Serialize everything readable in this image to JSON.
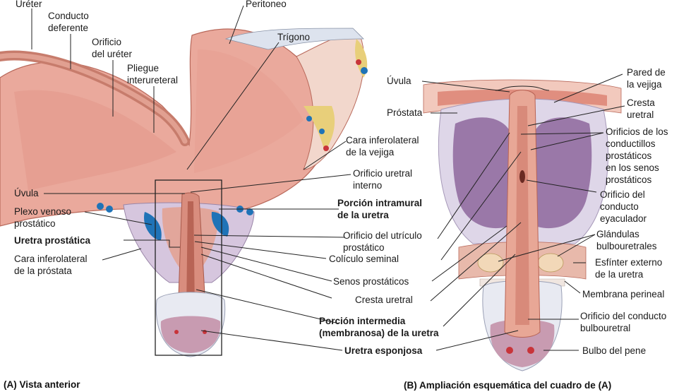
{
  "panel_a": {
    "caption": "(A) Vista anterior",
    "labels": {
      "ureter": "Uréter",
      "conducto_deferente": "Conducto\ndeferente",
      "orificio_ureter": "Orificio\ndel uréter",
      "pliegue_interureteral": "Pliegue\ninterureteral",
      "peritoneo": "Peritoneo",
      "trigono": "Trígono",
      "cara_inferolateral_vejiga": "Cara inferolateral\nde la vejiga",
      "orificio_uretral_interno": "Orificio uretral\ninterno",
      "porcion_intramural": "Porción intramural\nde la uretra",
      "orificio_utriculo": "Orificio del utrículo\nprostático",
      "coliculo_seminal": "Colículo seminal",
      "senos_prostaticos": "Senos prostáticos",
      "cresta_uretral": "Cresta uretral",
      "porcion_intermedia": "Porción intermedia\n(membranosa) de la uretra",
      "uretra_esponjosa": "Uretra esponjosa",
      "uvula": "Úvula",
      "plexo_venoso": "Plexo venoso\nprostático",
      "uretra_prostatica": "Uretra prostática",
      "cara_inferolateral_prostata": "Cara inferolateral\nde la próstata"
    }
  },
  "panel_b": {
    "caption": "(B) Ampliación esquemática del cuadro de (A)",
    "labels": {
      "uvula": "Úvula",
      "prostata": "Próstata",
      "pared_vejiga": "Pared de\nla vejiga",
      "cresta_uretral": "Cresta\nuretral",
      "orificios_conductillos": "Orificios de los\nconductillos\nprostáticos\nen los senos\nprostáticos",
      "orificio_conducto_eyaculador": "Orificio del\nconducto\neyaculador",
      "glandulas_bulbouretrales": "Glándulas\nbulbouretrales",
      "esfinter_externo": "Esfínter externo\nde la uretra",
      "membrana_perineal": "Membrana perineal",
      "orificio_conducto_bulbouretral": "Orificio del conducto\nbulbouretral",
      "bulbo_pene": "Bulbo del pene"
    }
  },
  "colors": {
    "bladder": "#e9a79a",
    "bladder_dark": "#c97466",
    "prostate_purple": "#9a78a8",
    "prostate_light": "#d9cfe3",
    "vein_blue": "#1f73b7",
    "fat_yellow": "#e8cf7a",
    "leader": "#222222"
  }
}
